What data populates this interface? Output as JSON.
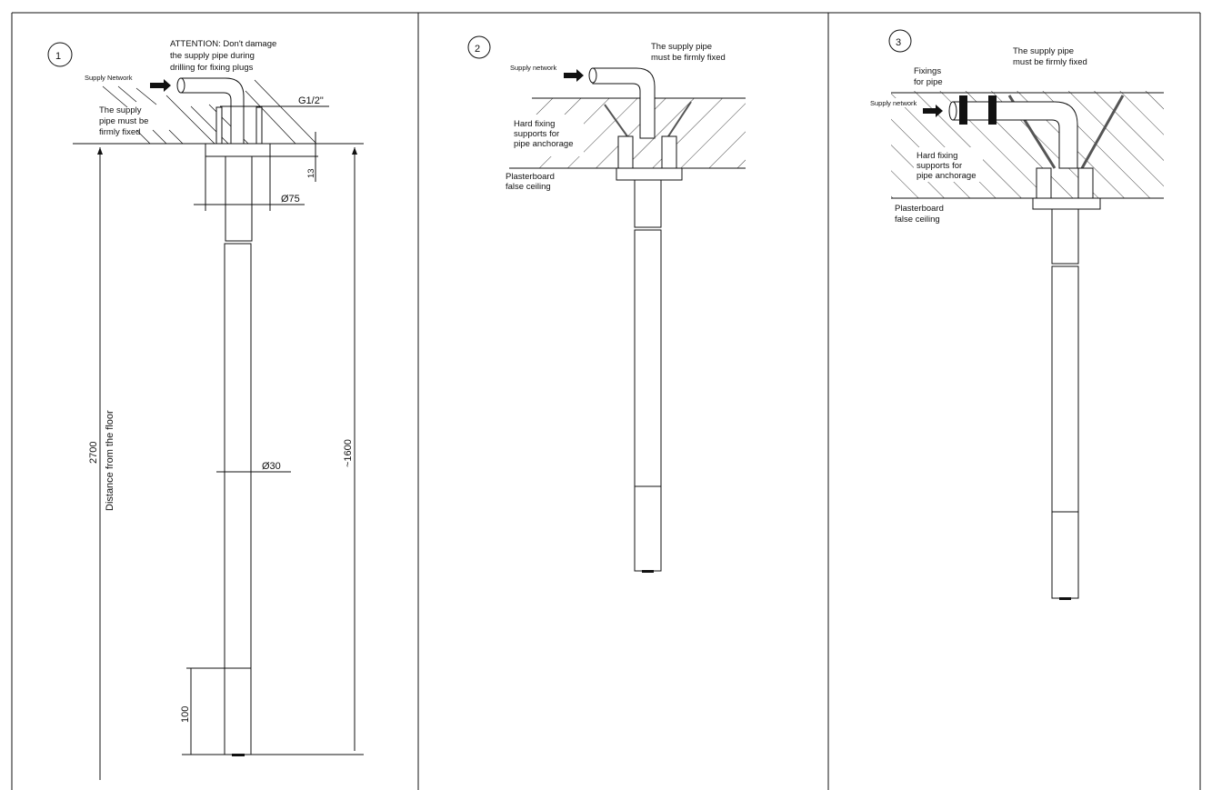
{
  "steps": [
    {
      "number": "1",
      "attention": [
        "ATTENTION: Don't damage",
        "the supply pipe during",
        "drilling for fixing plugs"
      ],
      "supply_label": "Supply Network",
      "firmly_fixed": [
        "The supply",
        "pipe must be",
        "firmly fixed"
      ],
      "thread": "G1/2\"",
      "dim_13": "13",
      "dim_75": "Ø75",
      "dim_30": "Ø30",
      "dim_2700": "2700",
      "floor_label": "Distance from the floor",
      "dim_1600": "~1600",
      "dim_100": "100"
    },
    {
      "number": "2",
      "supply_label": "Supply network",
      "firmly_fixed": [
        "The supply pipe",
        "must be firmly fixed"
      ],
      "hard_fixing": [
        "Hard fixing",
        "supports for",
        "pipe anchorage"
      ],
      "plasterboard": [
        "Plasterboard",
        "false ceiling"
      ]
    },
    {
      "number": "3",
      "supply_label": "Supply network",
      "firmly_fixed": [
        "The supply pipe",
        "must be firmly fixed"
      ],
      "fixings": [
        "Fixings",
        "for pipe"
      ],
      "hard_fixing": [
        "Hard fixing",
        "supports for",
        "pipe anchorage"
      ],
      "plasterboard": [
        "Plasterboard",
        "false ceiling"
      ]
    }
  ]
}
